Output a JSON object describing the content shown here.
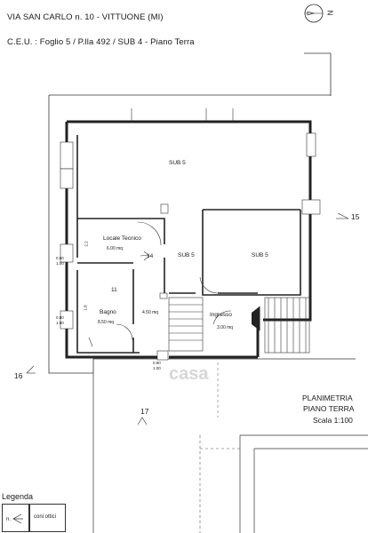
{
  "header": {
    "address": "VIA SAN CARLO n. 10  -  VITTUONE (MI)",
    "cadastral": "C.E.U. : Foglio 5 / P.lla 492 / SUB 4 - Piano Terra"
  },
  "compass": {
    "label": "N"
  },
  "rooms": {
    "sub5_top": "SUB 5",
    "sub5_mid": "SUB 5",
    "sub5_right": "SUB 5",
    "locale_tecnico": {
      "name": "Locale Tecnico",
      "area": "6.00 mq",
      "height": "2.2"
    },
    "bagno": {
      "name": "Bagno",
      "area": "8.50 mq",
      "number": "11",
      "height": "1.8"
    },
    "ingresso": {
      "name": "Ingresso",
      "area": "3.00 mq"
    },
    "stair_area": "4.50 mq",
    "marker_14": "14"
  },
  "dimensions": {
    "left_upper": "0.50",
    "left_upper_b": "1.00",
    "left_lower": "0.80",
    "left_lower_b": "1.00",
    "bottom_a": "0.80",
    "bottom_b": "1.00"
  },
  "markers": {
    "m15": "15",
    "m16": "16",
    "m17": "17"
  },
  "title_block": {
    "line1": "PLANIMETRIA",
    "line2": "PIANO TERRA",
    "scale": "Scala 1:100"
  },
  "watermark": "casa",
  "legend": {
    "title": "Legenda",
    "symbol_label": "n.",
    "item": "coni ottici"
  }
}
